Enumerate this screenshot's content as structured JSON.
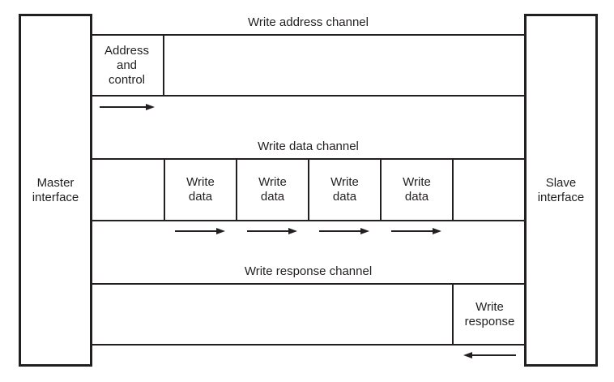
{
  "interfaces": {
    "master": "Master\ninterface",
    "slave": "Slave\ninterface"
  },
  "channels": [
    {
      "label": "Write address channel",
      "payload": "Address\nand\ncontrol",
      "direction": "right"
    },
    {
      "label": "Write data channel",
      "payloads": [
        "Write\ndata",
        "Write\ndata",
        "Write\ndata",
        "Write\ndata"
      ],
      "direction": "right"
    },
    {
      "label": "Write response channel",
      "payload": "Write\nresponse",
      "direction": "left"
    }
  ],
  "colors": {
    "line": "#231f20",
    "text": "#231f20",
    "background": "#ffffff"
  }
}
